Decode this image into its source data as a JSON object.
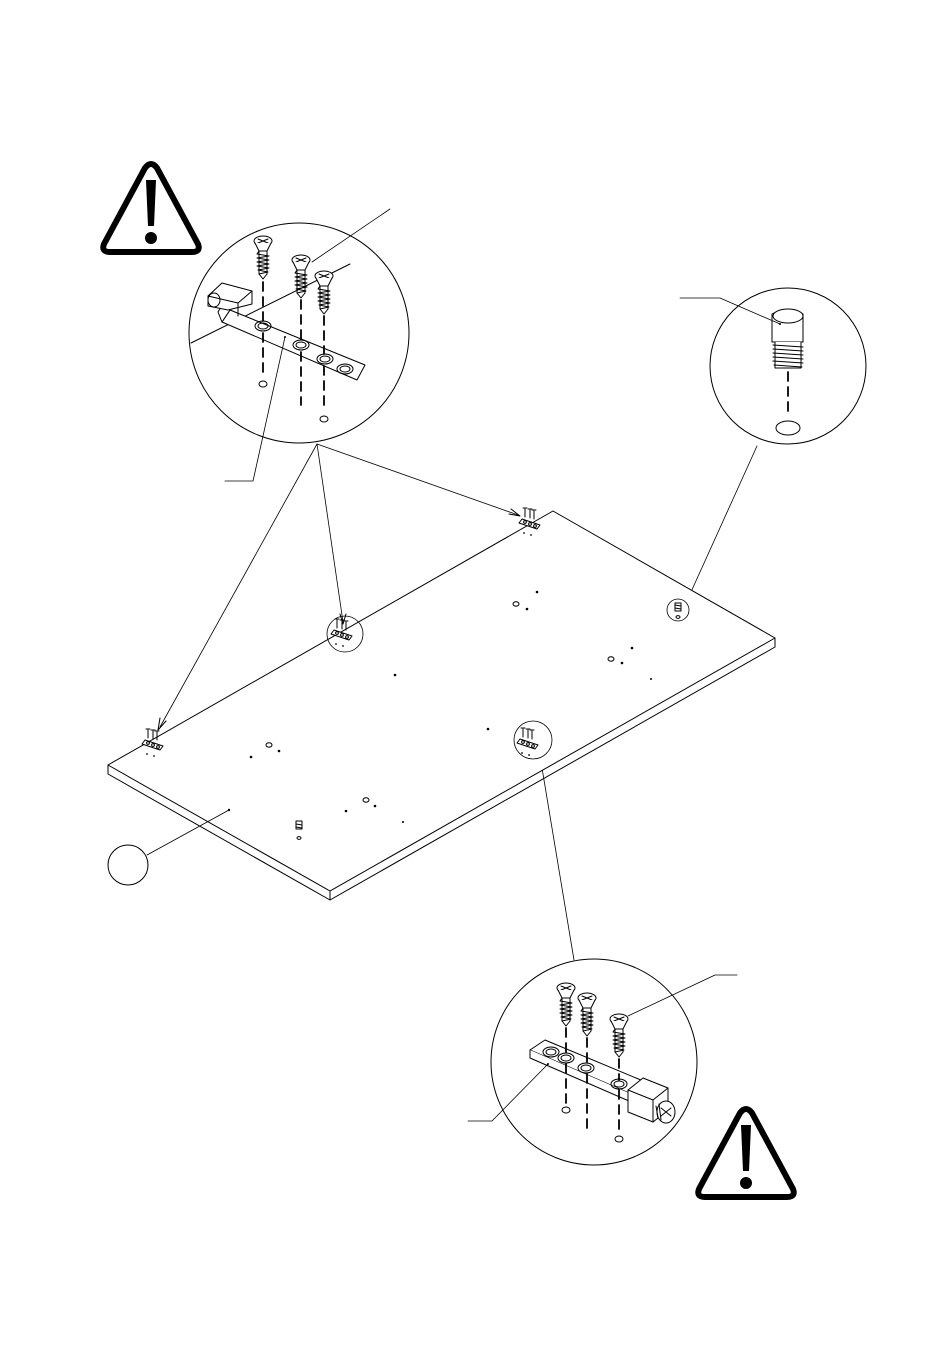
{
  "diagram": {
    "warning_icons": [
      {
        "name": "warning-triangle-top-left"
      },
      {
        "name": "warning-triangle-bottom-right"
      }
    ],
    "callouts": [
      {
        "name": "detail-circle-top-left",
        "shows": "bracket-with-screws"
      },
      {
        "name": "detail-circle-top-right",
        "shows": "threaded-peg"
      },
      {
        "name": "detail-circle-bottom-right",
        "shows": "bracket-with-screws"
      }
    ],
    "panel": {
      "name": "main-panel",
      "part_label": ""
    },
    "colors": {
      "line": "#000000",
      "background": "#ffffff"
    }
  }
}
